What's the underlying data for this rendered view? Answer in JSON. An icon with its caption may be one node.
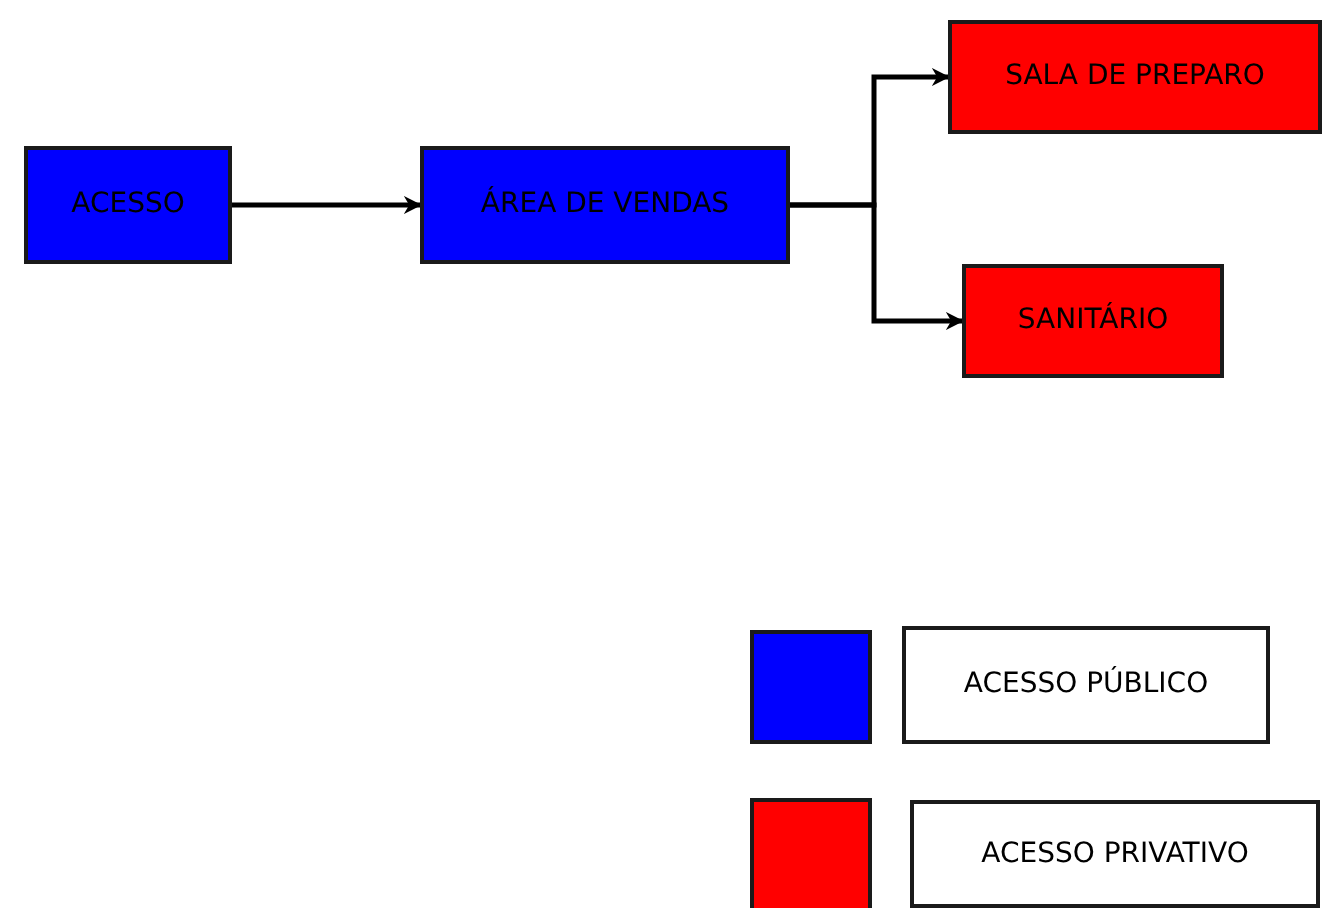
{
  "diagram": {
    "nodes": [
      {
        "text": [
          "ACESSO"
        ]
      },
      {
        "text": [
          "ÁREA DE VENDAS"
        ]
      },
      {
        "text": [
          "SALA DE PREPARO"
        ]
      },
      {
        "text": [
          "SANITÁRIO"
        ]
      }
    ],
    "edges": [
      {
        "from": 0,
        "to": 1,
        "arrow": "to"
      },
      {
        "from": 1,
        "to": 2,
        "arrow": "to"
      },
      {
        "from": 1,
        "to": 3,
        "arrow": "to"
      }
    ],
    "legend": [
      {
        "text": "ACESSO PÚBLICO",
        "color": "#0000ff"
      },
      {
        "text": "ACESSO PRIVATIVO",
        "color": "#ff0000"
      }
    ]
  }
}
